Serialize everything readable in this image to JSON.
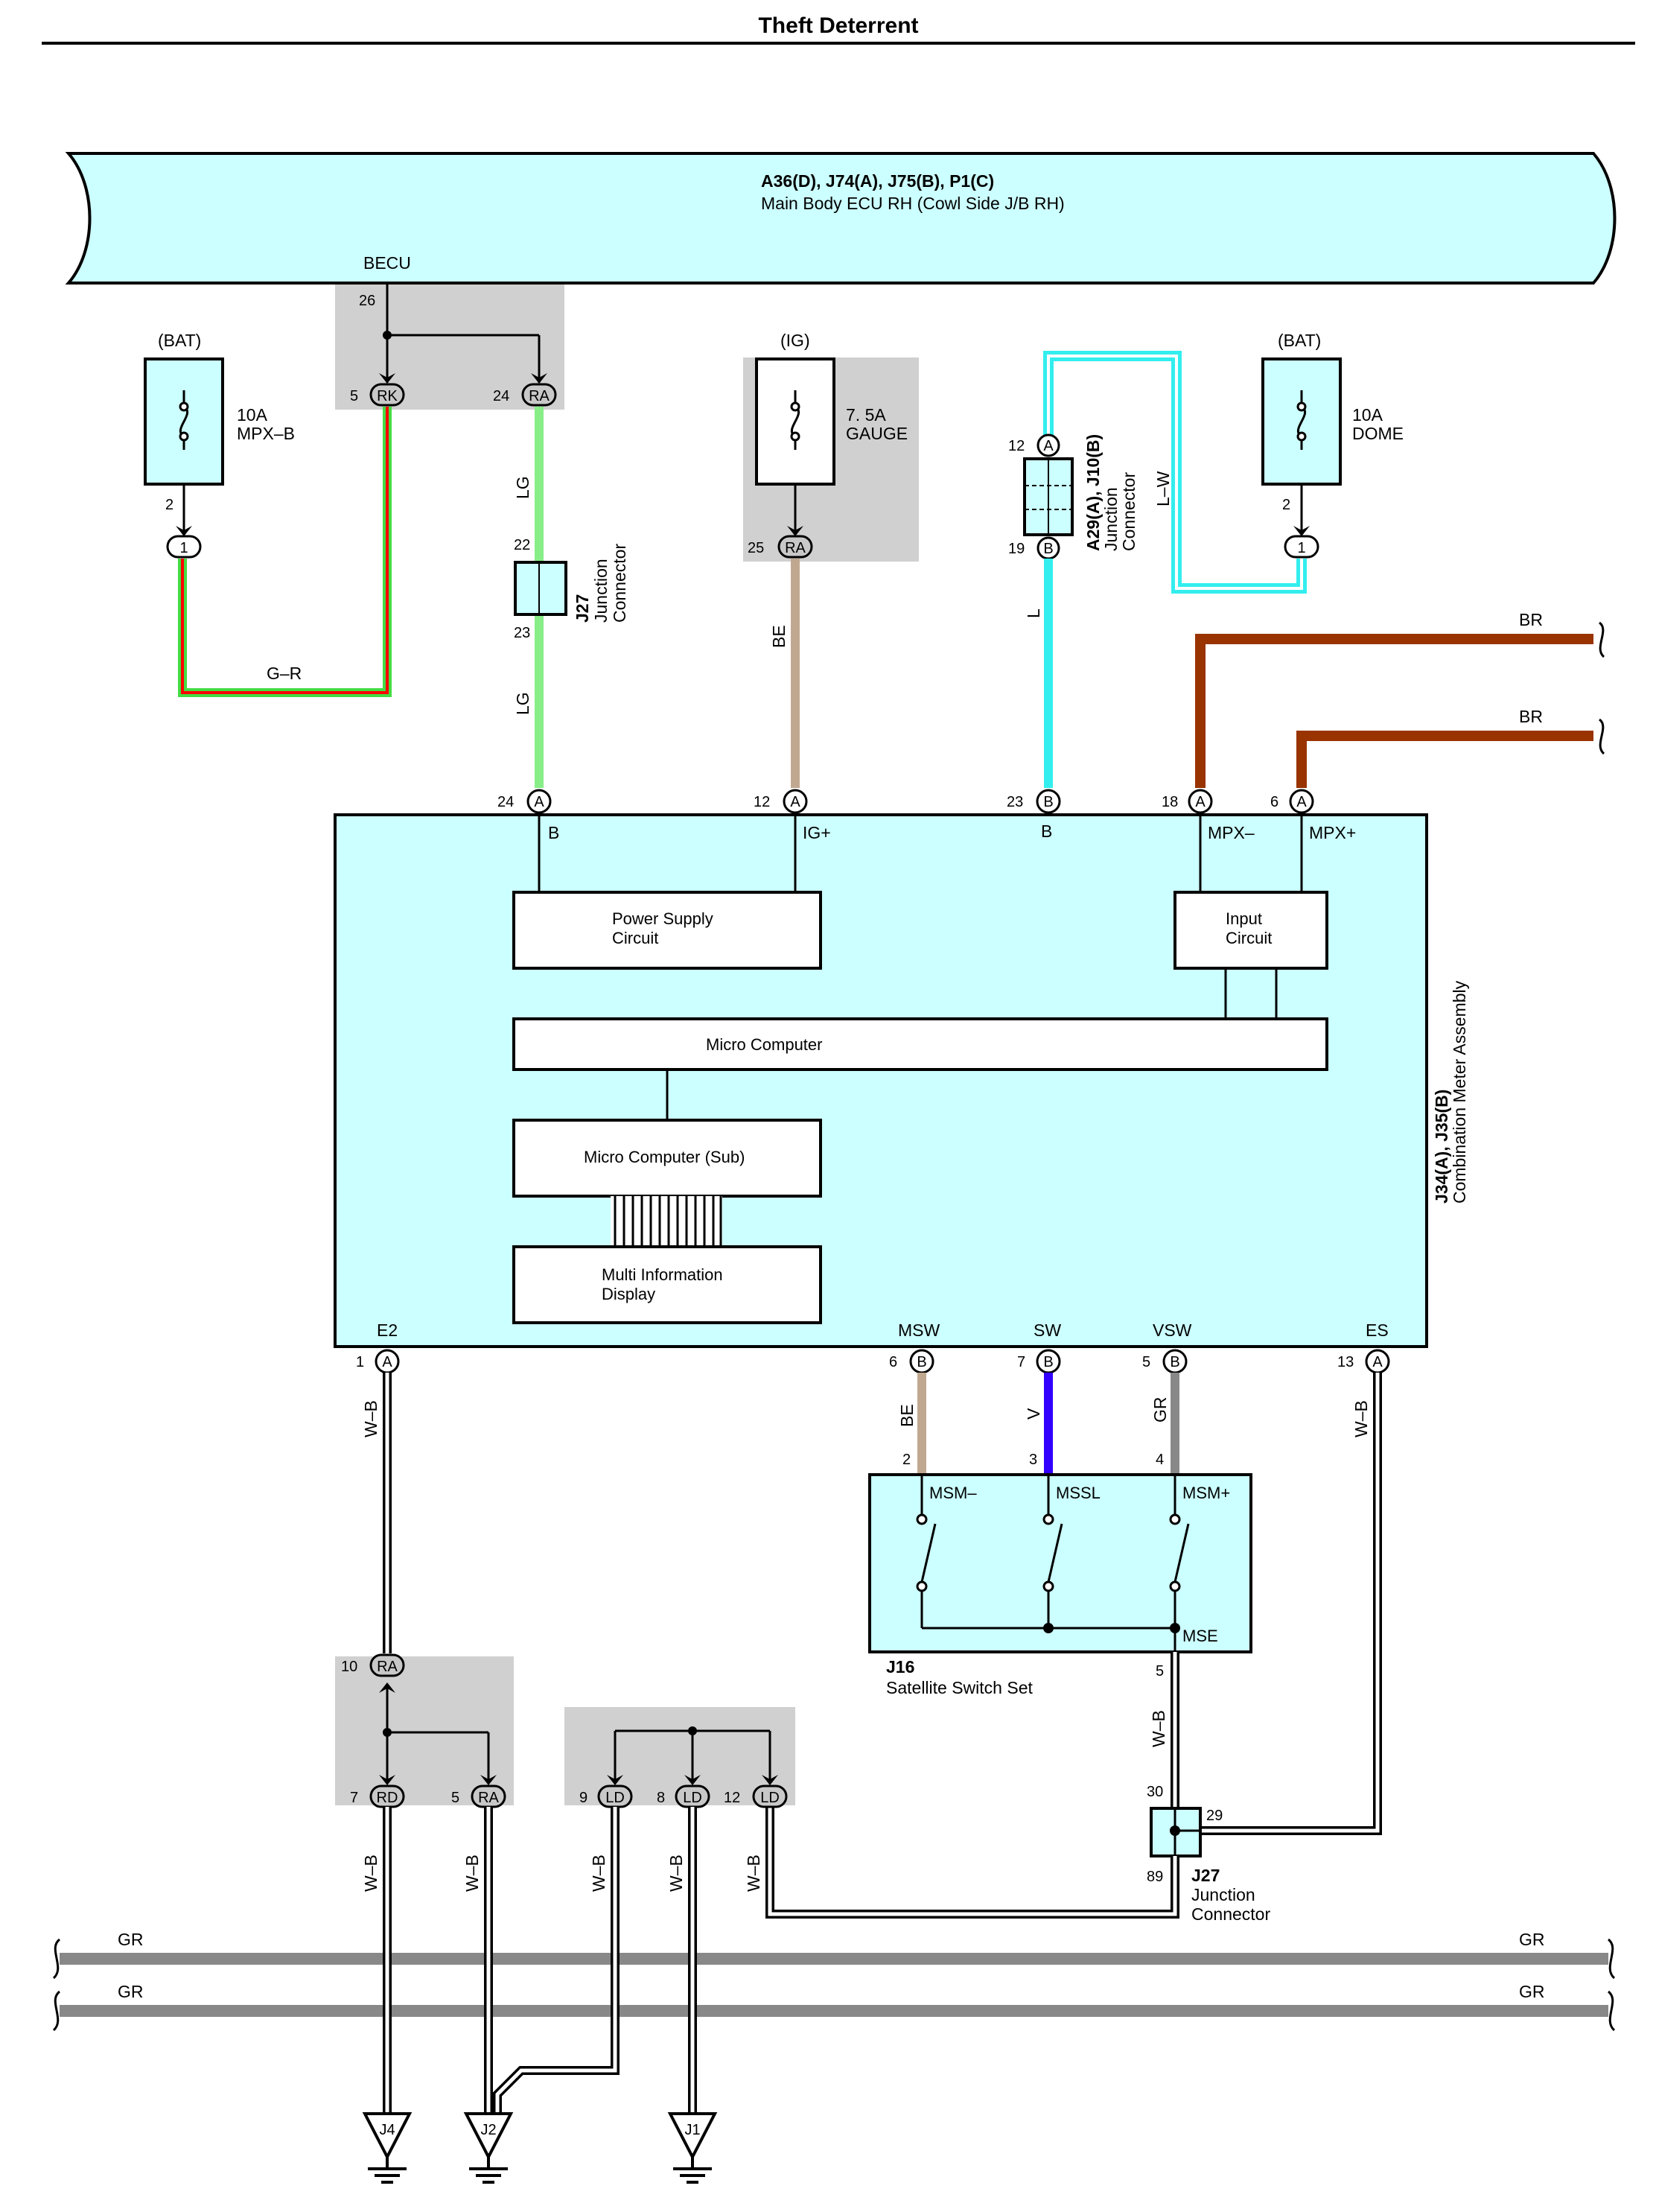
{
  "title": "Theft Deterrent",
  "ecu": {
    "codes": "A36(D), J74(A), J75(B), P1(C)",
    "name": "Main Body ECU RH (Cowl Side J/B RH)",
    "becu_label": "BECU",
    "becu_pin": "26",
    "pin_rk": "5",
    "conn_rk": "RK",
    "pin_ra": "24",
    "conn_ra": "RA"
  },
  "fuses": [
    {
      "source": "(BAT)",
      "amp": "10A",
      "name": "MPX–B",
      "pin": "2",
      "conn": "1"
    },
    {
      "source": "(IG)",
      "amp": "7. 5A",
      "name": "GAUGE",
      "pin": "25",
      "conn": "RA"
    },
    {
      "source": "(BAT)",
      "amp": "10A",
      "name": "DOME",
      "pin": "2",
      "conn": "1"
    }
  ],
  "wires": {
    "g_r": "G–R",
    "lg_top": "LG",
    "lg_bottom": "LG",
    "be_top": "BE",
    "l": "L",
    "l_w": "L–W",
    "br1": "BR",
    "br2": "BR",
    "w_b_e2": "W–B",
    "w_b_es": "W–B",
    "be_msw": "BE",
    "v_sw": "V",
    "gr_vsw": "GR",
    "w_b_mse": "W–B",
    "w_b_rd": "W–B",
    "w_b_ra": "W–B",
    "w_b_ld9": "W–B",
    "w_b_ld8": "W–B",
    "w_b_ld12": "W–B",
    "gr1l": "GR",
    "gr2l": "GR",
    "gr1r": "GR",
    "gr2r": "GR"
  },
  "j27_top": {
    "code": "J27",
    "name1": "Junction",
    "name2": "Connector",
    "pin_in": "22",
    "pin_out": "23"
  },
  "a29": {
    "code": "A29(A), J10(B)",
    "name1": "Junction",
    "name2": "Connector",
    "pin_in": "12",
    "conn_in": "A",
    "pin_out": "19",
    "conn_out": "B"
  },
  "meter": {
    "code": "J34(A), J35(B)",
    "name": "Combination Meter Assembly",
    "top_pins": [
      {
        "pin": "24",
        "conn": "A",
        "label": "B"
      },
      {
        "pin": "12",
        "conn": "A",
        "label": "IG+"
      },
      {
        "pin": "23",
        "conn": "B",
        "label": "B"
      },
      {
        "pin": "18",
        "conn": "A",
        "label": "MPX–"
      },
      {
        "pin": "6",
        "conn": "A",
        "label": "MPX+"
      }
    ],
    "bottom_pins": [
      {
        "pin": "1",
        "conn": "A",
        "label": "E2"
      },
      {
        "pin": "6",
        "conn": "B",
        "label": "MSW"
      },
      {
        "pin": "7",
        "conn": "B",
        "label": "SW"
      },
      {
        "pin": "5",
        "conn": "B",
        "label": "VSW"
      },
      {
        "pin": "13",
        "conn": "A",
        "label": "ES"
      }
    ],
    "blocks": {
      "psu1": "Power Supply",
      "psu2": "Circuit",
      "input1": "Input",
      "input2": "Circuit",
      "micro": "Micro Computer",
      "micro_sub": "Micro Computer (Sub)",
      "mid1": "Multi Information",
      "mid2": "Display"
    }
  },
  "switch": {
    "code": "J16",
    "name": "Satellite Switch Set",
    "pins": [
      "2",
      "3",
      "4"
    ],
    "labels": [
      "MSM–",
      "MSSL",
      "MSM+"
    ],
    "mse": "MSE",
    "mse_pin": "5"
  },
  "j27_bottom": {
    "code": "J27",
    "name1": "Junction",
    "name2": "Connector",
    "pin_in": "30",
    "pin_es": "29",
    "pin_out": "89"
  },
  "splice_left": {
    "pin_in": "10",
    "conn_in": "RA",
    "pin_rd": "7",
    "conn_rd": "RD",
    "pin_ra": "5",
    "conn_ra": "RA"
  },
  "splice_mid": {
    "pins": [
      "9",
      "8",
      "12"
    ],
    "conn": "LD"
  },
  "grounds": [
    "J4",
    "J2",
    "J1"
  ],
  "colors": {
    "fill": "#ccffff",
    "splice_box": "#d0d0d0",
    "lg": "#88ee88",
    "be": "#c0a890",
    "l": "#33eeee",
    "br": "#993300",
    "v": "#3300ff",
    "gr": "#888888",
    "red": "#ff0000",
    "green": "#44dd44"
  }
}
